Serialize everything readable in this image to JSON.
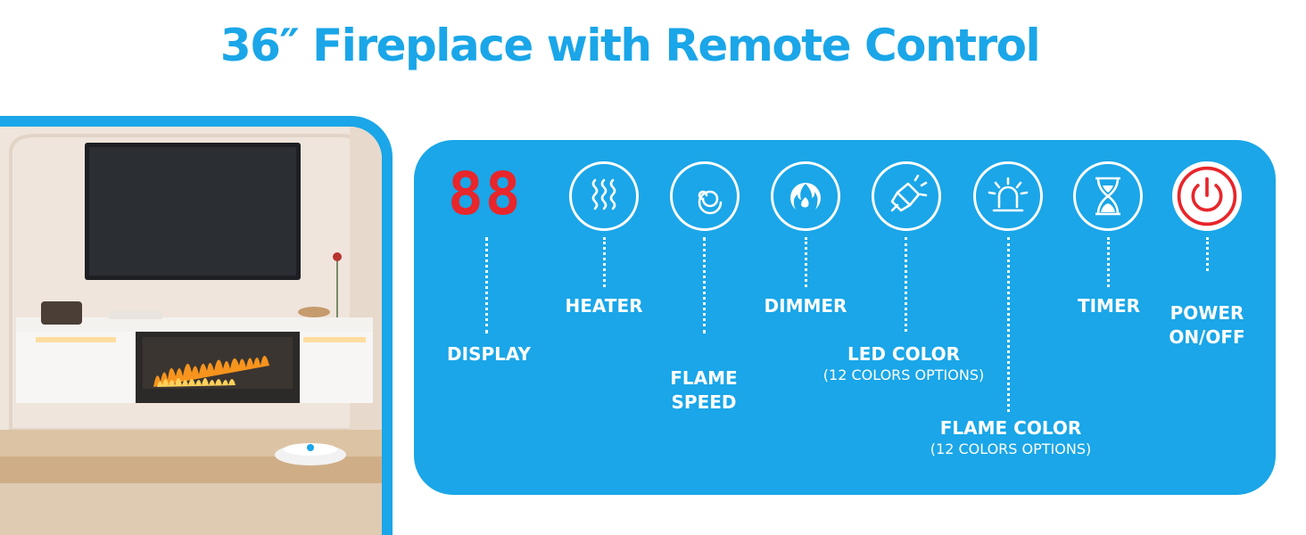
{
  "title": "36″ Fireplace with Remote Control",
  "colors": {
    "accent": "#1aa6e8",
    "power": "#e8262b",
    "text_on_accent": "#ffffff"
  },
  "controls": [
    {
      "id": "display",
      "icon": "seven-segment-display-icon",
      "display_text": "88",
      "label": "DISPLAY",
      "sub": ""
    },
    {
      "id": "heater",
      "icon": "heat-waves-icon",
      "label": "HEATER",
      "sub": ""
    },
    {
      "id": "flame-speed",
      "icon": "spiral-icon",
      "label": "FLAME\nSPEED",
      "sub": ""
    },
    {
      "id": "dimmer",
      "icon": "flame-icon",
      "label": "DIMMER",
      "sub": ""
    },
    {
      "id": "led-color",
      "icon": "spotlight-icon",
      "label": "LED COLOR",
      "sub": "(12 COLORS OPTIONS)"
    },
    {
      "id": "flame-color",
      "icon": "beacon-light-icon",
      "label": "FLAME COLOR",
      "sub": "(12 COLORS OPTIONS)"
    },
    {
      "id": "timer",
      "icon": "hourglass-icon",
      "label": "TIMER",
      "sub": ""
    },
    {
      "id": "power",
      "icon": "power-icon",
      "label": "POWER\nON/OFF",
      "sub": ""
    }
  ]
}
